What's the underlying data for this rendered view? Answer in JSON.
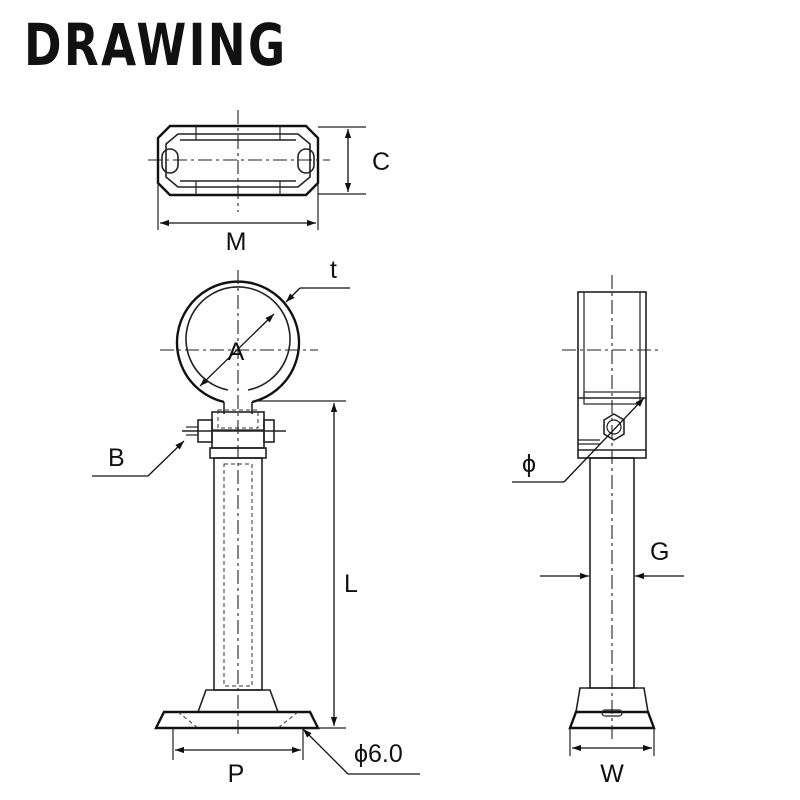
{
  "title": "DRAWING",
  "labels": {
    "C": "C",
    "M": "M",
    "t": "t",
    "A": "A",
    "B": "B",
    "L": "L",
    "P": "P",
    "phi6": "ϕ6.0",
    "phi": "ϕ",
    "G": "G",
    "W": "W"
  }
}
